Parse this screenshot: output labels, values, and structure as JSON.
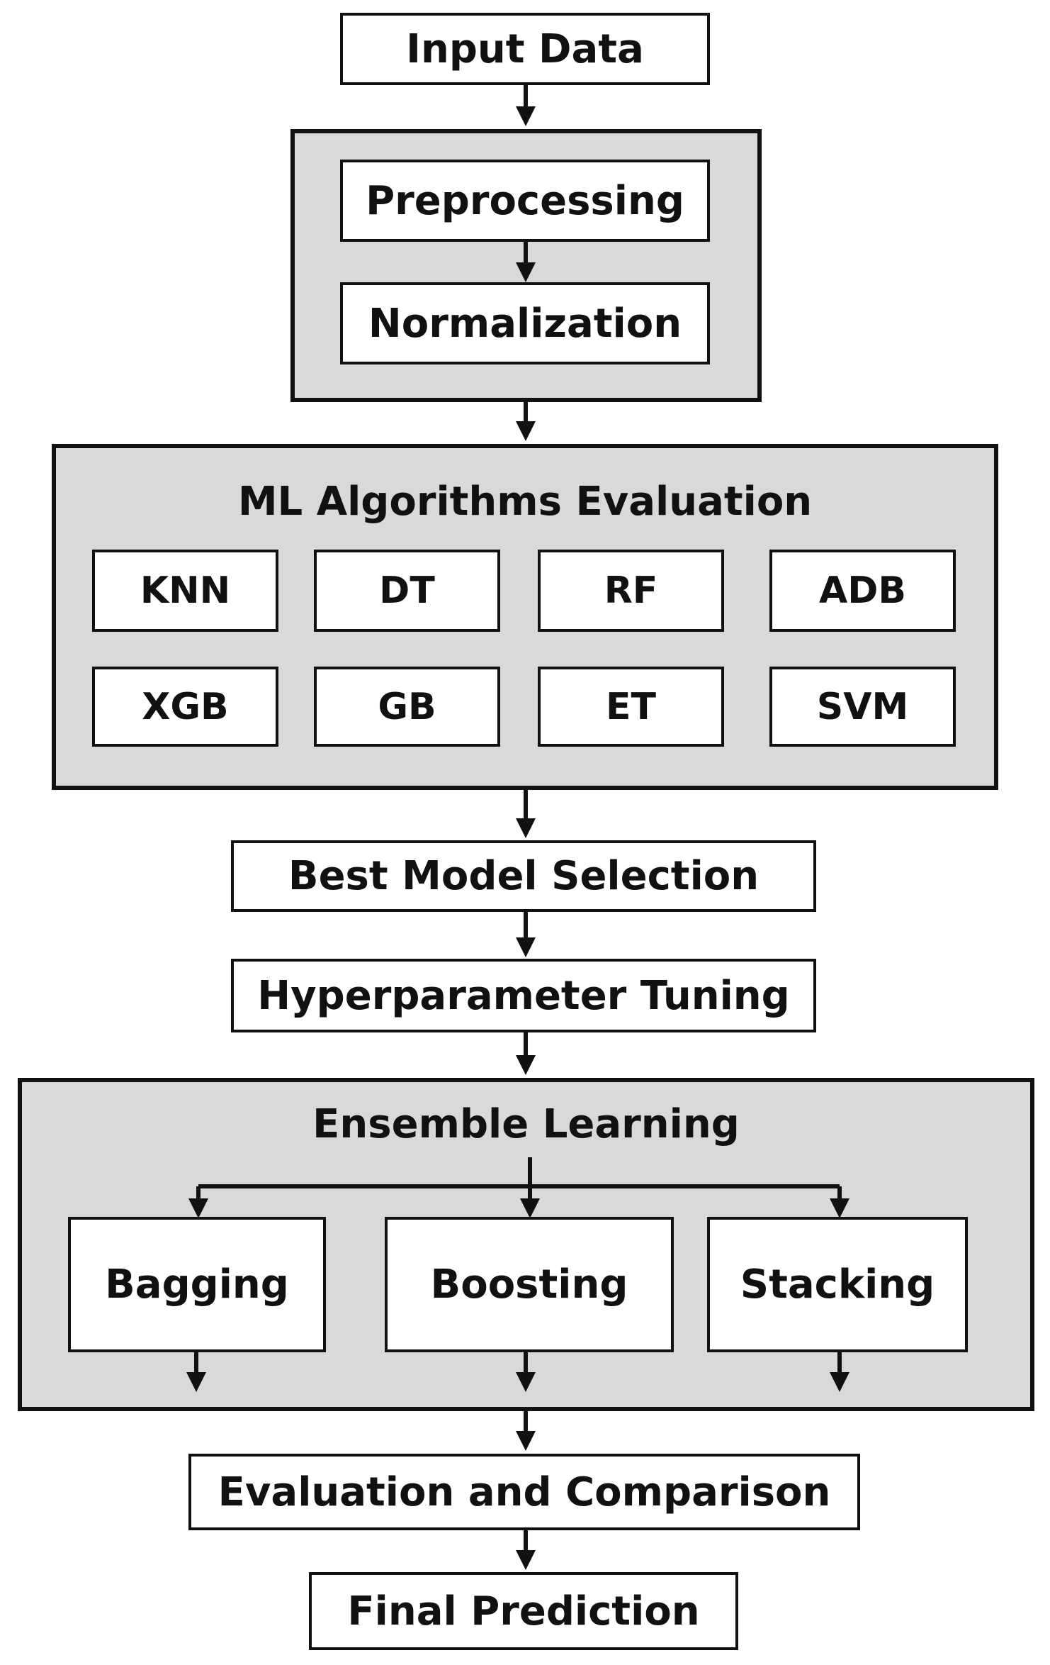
{
  "colors": {
    "group_fill": "#d9d9d9",
    "box_fill": "#ffffff",
    "stroke": "#111111"
  },
  "steps": {
    "input": "Input Data",
    "preprocessing": "Preprocessing",
    "normalization": "Normalization",
    "best_model": "Best Model Selection",
    "tuning": "Hyperparameter Tuning",
    "evaluation": "Evaluation and Comparison",
    "final": "Final Prediction"
  },
  "ml_group": {
    "title": "ML Algorithms Evaluation",
    "algorithms": [
      "KNN",
      "DT",
      "RF",
      "ADB",
      "XGB",
      "GB",
      "ET",
      "SVM"
    ]
  },
  "ensemble_group": {
    "title": "Ensemble Learning",
    "methods": [
      "Bagging",
      "Boosting",
      "Stacking"
    ]
  }
}
